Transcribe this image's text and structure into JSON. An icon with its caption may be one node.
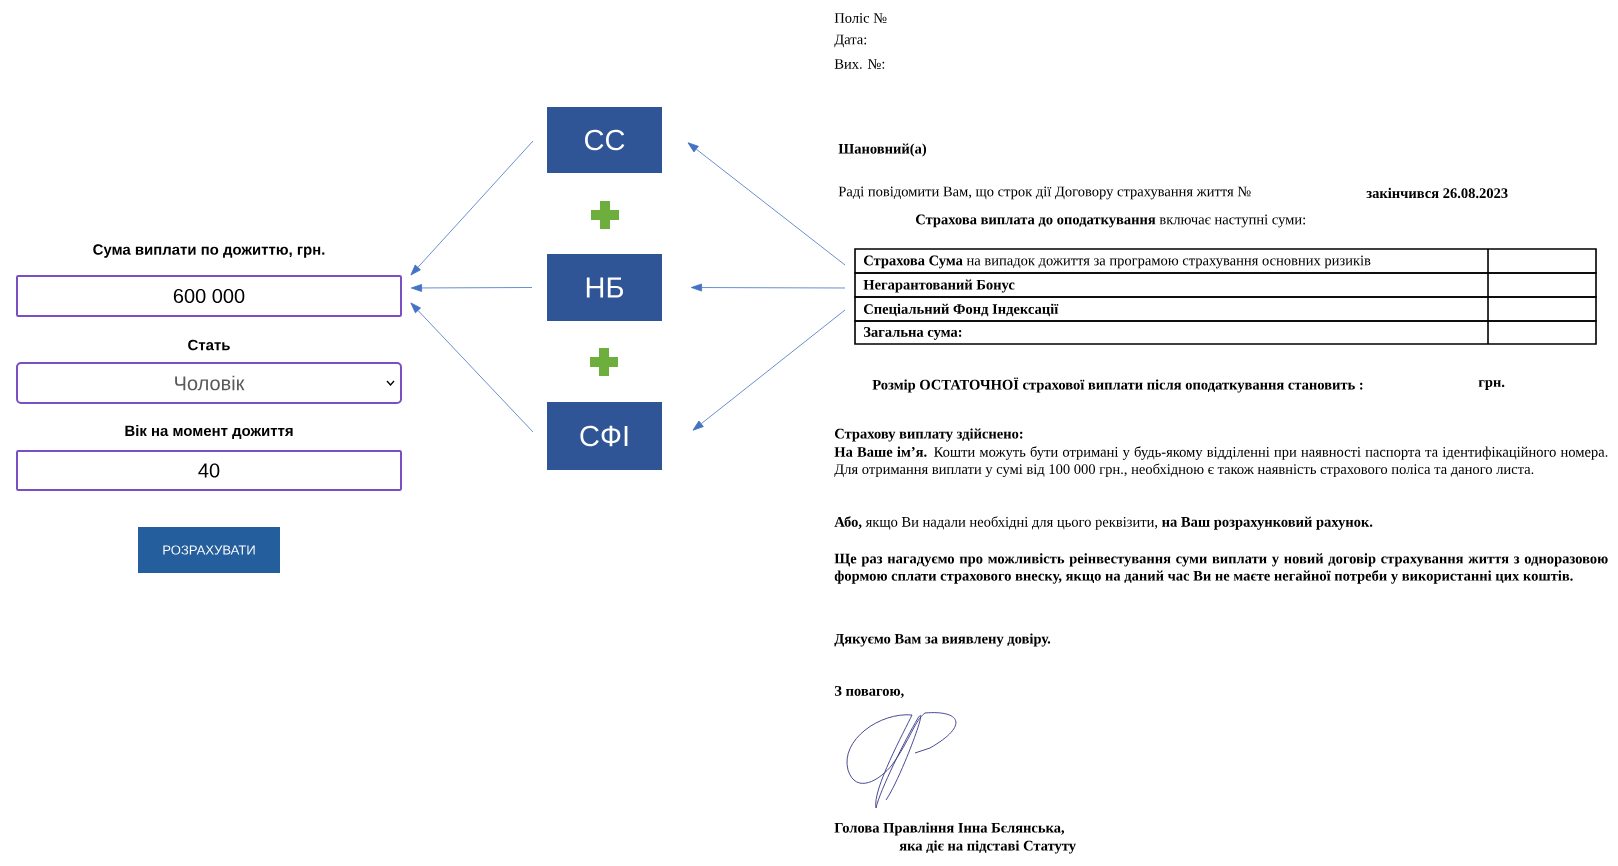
{
  "diagram": {
    "nodes": [
      {
        "text": [
          "СС"
        ]
      },
      {
        "text": [
          "НБ"
        ]
      },
      {
        "text": [
          "СФІ"
        ]
      },
      {
        "text": [
          "Сума виплати по дожиттю, грн.",
          "600 000"
        ]
      },
      {
        "text": [
          "Стать",
          "Чоловік"
        ]
      },
      {
        "text": [
          "Вік на момент дожиття",
          "40"
        ]
      },
      {
        "text": [
          "РОЗРАХУВАТИ"
        ]
      },
      {
        "text": [
          "**Страхова Сума** на випадок дожиття за програмою страхування основних ризиків"
        ]
      },
      {
        "text": [
          "Негарантований Бонус"
        ]
      },
      {
        "text": [
          "Спеціальний Фонд Індексації"
        ]
      },
      {
        "text": [
          "Загальна сума:"
        ]
      }
    ],
    "edges": [
      {
        "from": 0,
        "to": 3,
        "arrow": "to"
      },
      {
        "from": 1,
        "to": 3,
        "arrow": "to"
      },
      {
        "from": 2,
        "to": 3,
        "arrow": "to"
      },
      {
        "from": 7,
        "to": 0,
        "arrow": "to"
      },
      {
        "from": 8,
        "to": 1,
        "arrow": "to"
      },
      {
        "from": 9,
        "to": 2,
        "arrow": "to"
      }
    ],
    "labels": [
      "Поліс №",
      "Дата:",
      "Вих. №:",
      "Шановний(а)",
      "Раді повідомити Вам, що строк дії Договору страхування життя №",
      "закінчився 26.08.2023",
      "**Страхова виплата до оподаткування** включає наступні суми:",
      "Розмір ОСТАТОЧНОЇ страхової виплати після оподаткування становить :",
      "грн.",
      "Страхову виплату здійснено:",
      "**На Ваше ім’я.** Кошти можуть бути отримані у будь-якому відділенні при наявності паспорта та ідентифікаційного номера. Для отримання виплати у сумі від 100 000 грн., необхідною є також наявність страхового поліса та даного листа.",
      "**Або,** якщо Ви надали необхідні для цього реквізити, **на Ваш розрахунковий рахунок.**",
      "Ще раз нагадуємо про можливість реінвестування суми виплати у новий договір страхування життя з одноразовою формою сплати страхового внеску, якщо на даний час Ви не маєте негайної потреби у використанні цих коштів.",
      "Дякуємо Вам за виявлену довіру.",
      "З повагою,",
      "Голова Правління Інна Бєлянська,",
      "яка діє на підставі Статуту"
    ]
  }
}
